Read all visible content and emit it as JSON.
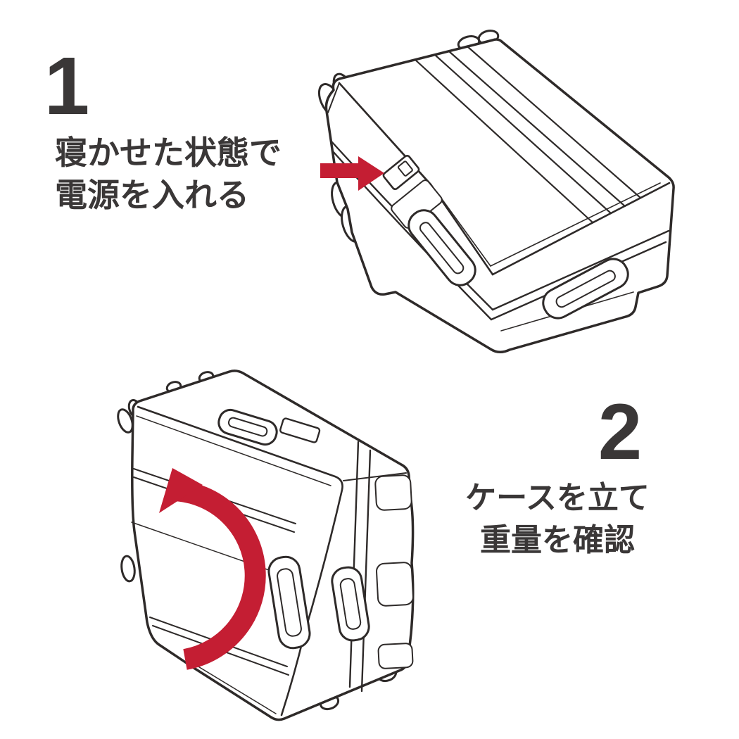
{
  "page": {
    "background_color": "#ffffff",
    "ink_color": "#2e2a29",
    "text_color": "#3a3737",
    "accent_red": "#c41e33"
  },
  "step1": {
    "number": "1",
    "caption": [
      "寝かせた状態で",
      "電源を入れる"
    ]
  },
  "step2": {
    "number": "2",
    "caption": [
      "ケースを立て",
      "重量を確認"
    ]
  },
  "icons": {
    "step1_arrow": "arrow-right-icon",
    "step2_arrow": "rotate-arrow-icon"
  }
}
